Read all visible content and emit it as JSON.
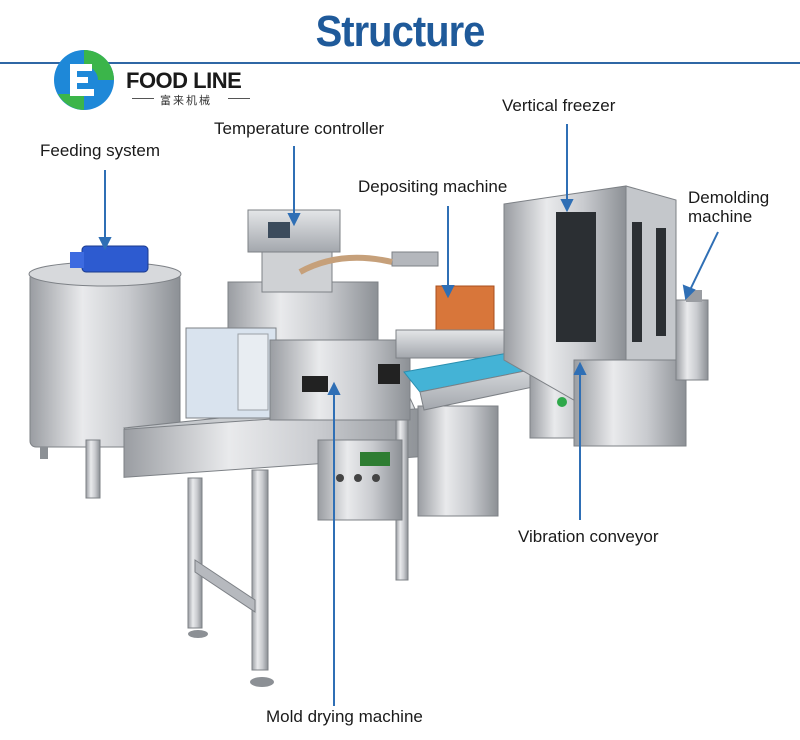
{
  "header": {
    "title": "Structure"
  },
  "brand": {
    "name": "FOOD LINE",
    "name_cn": "富来机械"
  },
  "labels": {
    "feeding_system": "Feeding system",
    "temperature_controller": "Temperature controller",
    "depositing_machine": "Depositing machine",
    "vertical_freezer": "Vertical freezer",
    "demolding_machine_line1": "Demolding",
    "demolding_machine_line2": "machine",
    "vibration_conveyor": "Vibration conveyor",
    "mold_drying_machine": "Mold drying machine"
  },
  "colors": {
    "title": "#1f5a9a",
    "pointer": "#2f6fb5",
    "logo_blue": "#1e88d8",
    "logo_green": "#3bb54a"
  }
}
